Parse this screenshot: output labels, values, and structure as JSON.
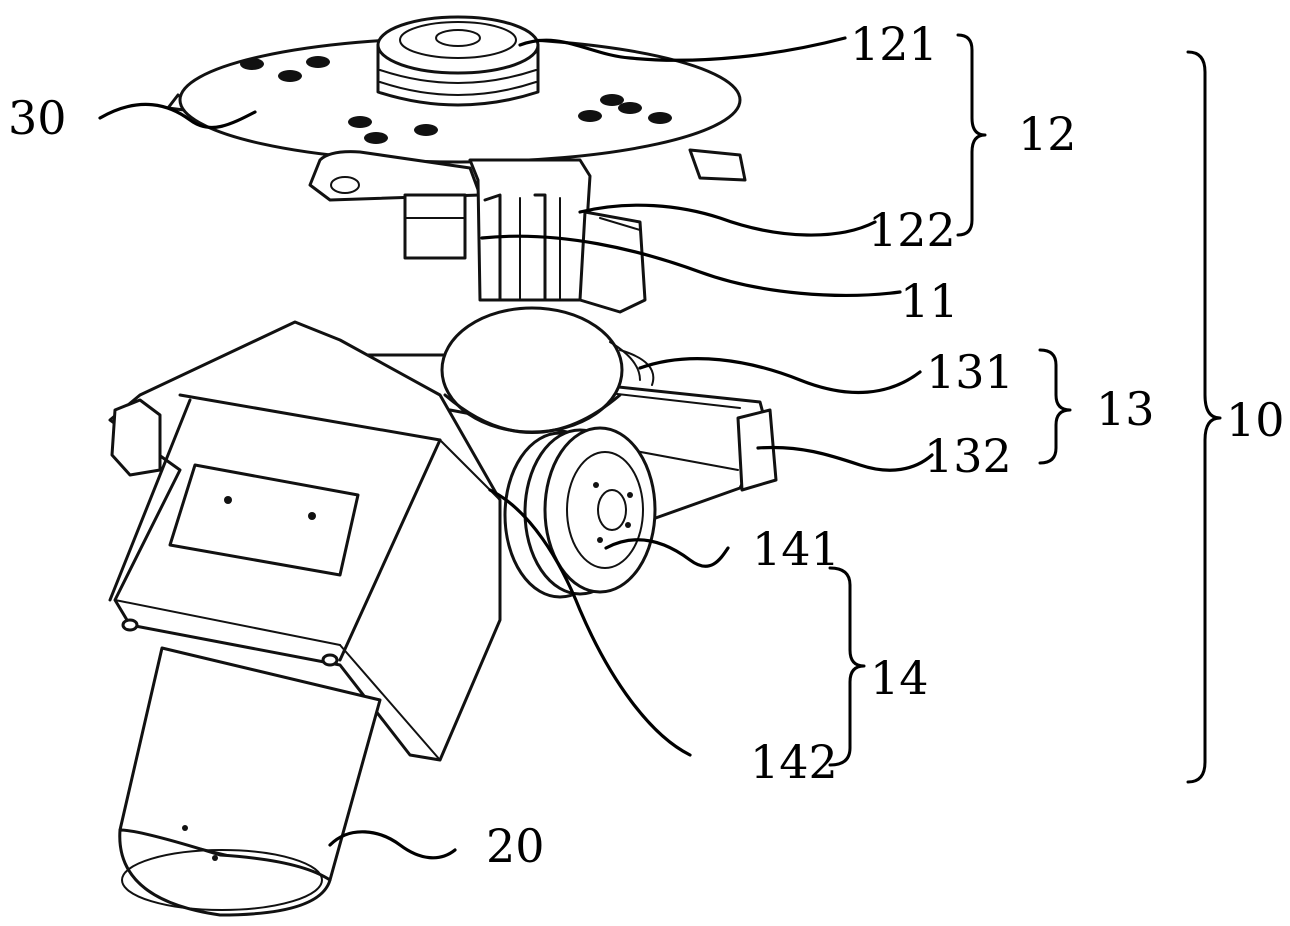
{
  "labels": {
    "l30": "30",
    "l121": "121",
    "l12": "12",
    "l122": "122",
    "l11": "11",
    "l131": "131",
    "l13": "13",
    "l132": "132",
    "l10": "10",
    "l141": "141",
    "l14": "14",
    "l142": "142",
    "l20": "20"
  }
}
